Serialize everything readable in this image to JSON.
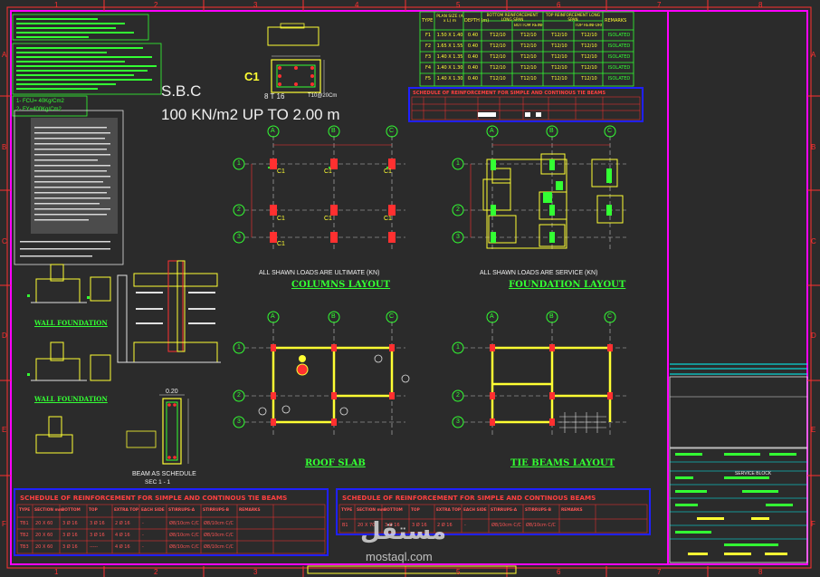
{
  "sbc": {
    "label": "S.B.C",
    "value": "100 KN/m2 UP TO 2.00 m"
  },
  "column_section": {
    "tag": "C1",
    "bars": "8 T 16",
    "ties": "T10@20Cm"
  },
  "notes": {
    "lines": [
      "1- FCU= 40Kg/Cm2",
      "2- FY=400Kg/Cm2"
    ]
  },
  "drawings": {
    "columns_layout": {
      "title": "COLUMNS LAYOUT",
      "caption": "ALL SHAWN LOADS ARE ULTIMATE (KN)"
    },
    "foundation_layout": {
      "title": "FOUNDATION LAYOUT",
      "caption": "ALL SHAWN LOADS ARE SERVICE (KN)"
    },
    "roof_slab": {
      "title": "ROOF SLAB"
    },
    "tie_beams": {
      "title": "TIE BEAMS LAYOUT"
    },
    "beam_section": {
      "label": "BEAM AS SCHEDULE",
      "sec": "SEC 1 - 1",
      "width": "0.20"
    },
    "wall_foundation_1": {
      "title": "WALL FOUNDATION"
    },
    "wall_foundation_2": {
      "title": "WALL FOUNDATION"
    }
  },
  "grid": {
    "letters": [
      "A",
      "B",
      "C"
    ],
    "numbers": [
      "1",
      "2",
      "3"
    ]
  },
  "columns": [
    "C1",
    "C1",
    "C1",
    "C1",
    "C1",
    "C1",
    "C1"
  ],
  "footing_schedule": {
    "headers": [
      "TYPE",
      "PLAN SIZE (A x L) m",
      "DEPTH (m)",
      "BOTTOM REINFORCEMENT LONG SPAN",
      "BOTTOM REINFORCEMENT SHORT SPAN",
      "TOP REINFORCEMENT LONG SPAN",
      "TOP REINFORCEMENT SHORT SPAN",
      "REMARKS"
    ],
    "rows": [
      [
        "F1",
        "1.50 X 1.40",
        "0.40",
        "T12/10",
        "T12/10",
        "T12/10",
        "T12/10",
        "ISOLATED"
      ],
      [
        "F2",
        "1.65 X 1.55",
        "0.40",
        "T12/10",
        "T12/10",
        "T12/10",
        "T12/10",
        "ISOLATED"
      ],
      [
        "F3",
        "1.40 X 1.35",
        "0.40",
        "T12/10",
        "T12/10",
        "T12/10",
        "T12/10",
        "ISOLATED"
      ],
      [
        "F4",
        "1.40 X 1.30",
        "0.40",
        "T12/10",
        "T12/10",
        "T12/10",
        "T12/10",
        "ISOLATED"
      ],
      [
        "F5",
        "1.40 X 1.30",
        "0.40",
        "T12/10",
        "T12/10",
        "T12/10",
        "T12/10",
        "ISOLATED"
      ]
    ]
  },
  "schedule_tie_beams": {
    "title": "SCHEDULE OF REINFORCEMENT FOR SIMPLE AND CONTINOUS TIE BEAMS",
    "headers": [
      "TYPE",
      "SECTION mm",
      "BOTTOM",
      "TOP",
      "EXTRA TOP",
      "EACH SIDE",
      "STIRRUPS-A",
      "STIRRUPS-B",
      "REMARKS"
    ],
    "rows": [
      [
        "TB1",
        "20 X 60",
        "3 Ø 16",
        "3 Ø 16",
        "2 Ø 16",
        "-",
        "Ø8/10cm C/C",
        "Ø8/10cm C/C",
        ""
      ],
      [
        "TB2",
        "20 X 60",
        "3 Ø 16",
        "3 Ø 16",
        "4 Ø 16",
        "-",
        "Ø8/10cm C/C",
        "Ø8/10cm C/C",
        ""
      ],
      [
        "TB3",
        "20 X 60",
        "3 Ø 16",
        "-----",
        "4 Ø 16",
        "-",
        "Ø8/10cm C/C",
        "Ø8/10cm C/C",
        ""
      ]
    ]
  },
  "schedule_beams": {
    "title": "SCHEDULE OF REINFORCEMENT FOR SIMPLE AND CONTINOUS BEAMS",
    "headers": [
      "TYPE",
      "SECTION mm",
      "BOTTOM",
      "TOP",
      "EXTRA TOP",
      "EACH SIDE",
      "STIRRUPS-A",
      "STIRRUPS-B",
      "REMARKS"
    ],
    "rows": [
      [
        "B1",
        "20 X 70",
        "3 Ø 16",
        "3 Ø 16",
        "2 Ø 16",
        "-",
        "Ø8/10cm C/C",
        "Ø8/10cm C/C",
        ""
      ]
    ]
  },
  "schedule_small": {
    "title": "SCHEDULE OF REINFORCEMENT FOR SIMPLE AND CONTINOUS TIE BEAMS"
  },
  "title_block": {
    "project": "SERVICE BLOCK"
  },
  "border": {
    "top": [
      "1",
      "2",
      "3",
      "4",
      "5",
      "6",
      "7",
      "8"
    ],
    "side": [
      "A",
      "B",
      "C",
      "D",
      "E",
      "F"
    ]
  },
  "watermark": {
    "logo": "مستقل",
    "url": "mostaql.com"
  }
}
